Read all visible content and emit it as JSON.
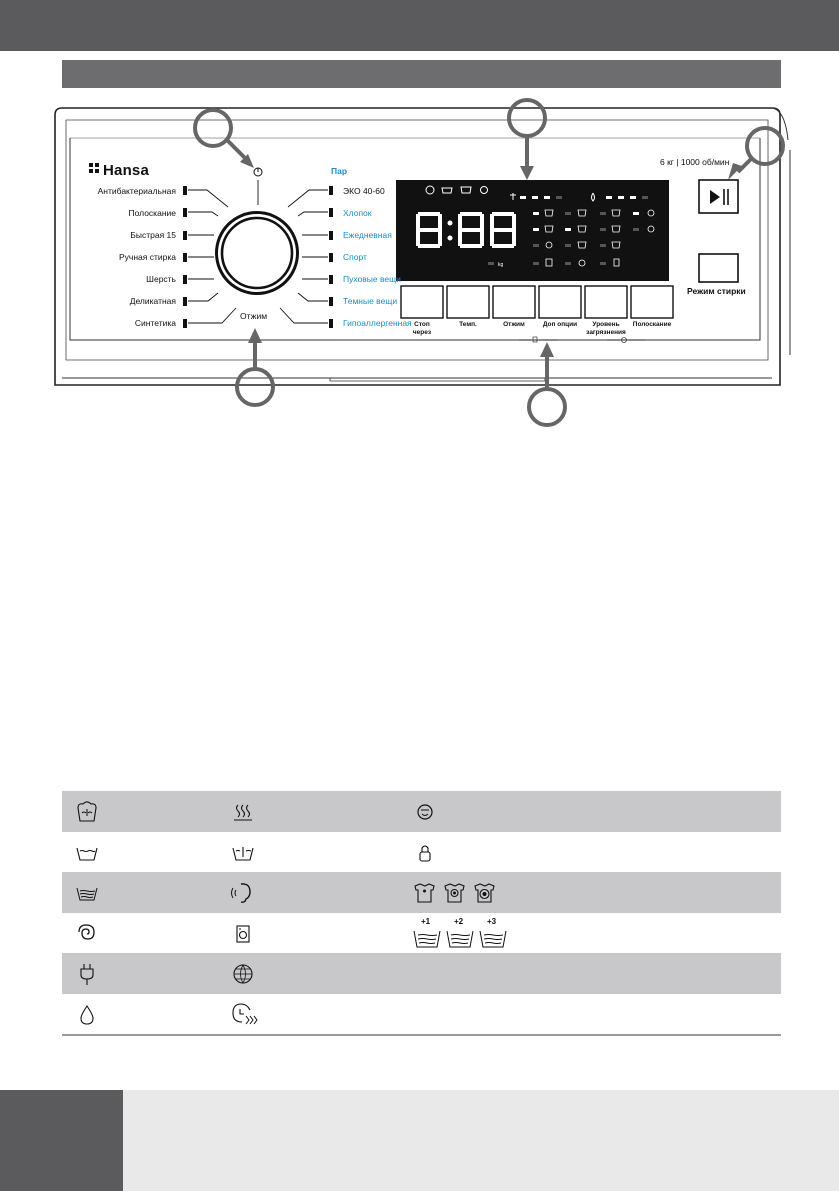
{
  "brand": "Hansa",
  "spec": "6 кг | 1000 об/мин",
  "dial_label": "Отжим",
  "steam_label": "Пар",
  "mode_button_label": "Режим стирки",
  "programs_left": [
    "Антибактериальная",
    "Полоскание",
    "Быстрая 15",
    "Ручная стирка",
    "Шерсть",
    "Деликатная",
    "Синтетика"
  ],
  "programs_right": [
    {
      "label": "ЭКО 40-60",
      "color": "#111111"
    },
    {
      "label": "Хлопок",
      "color": "#1a8ec5"
    },
    {
      "label": "Ежедневная",
      "color": "#1a8ec5"
    },
    {
      "label": "Спорт",
      "color": "#1a8ec5"
    },
    {
      "label": "Пуховые вещи",
      "color": "#1a8ec5"
    },
    {
      "label": "Темные вещи",
      "color": "#1a8ec5"
    },
    {
      "label": "Гипоаллергенная",
      "color": "#1a8ec5"
    }
  ],
  "buttons": [
    "Стоп\nчерез",
    "Темп.",
    "Отжим",
    "Доп опции",
    "Уровень\nзагрязнения",
    "Полоскание"
  ],
  "display": {
    "digits": "8:88",
    "unit": "kg"
  },
  "accent_color": "#1a8ec5",
  "legend_icons": [
    [
      "prewash-icon",
      "steam-icon",
      "child-lock-face-icon"
    ],
    [
      "wash-icon",
      "temperature-wash-icon",
      "lock-icon"
    ],
    [
      "rinse-icon",
      "silent-icon",
      "soil-level-icons"
    ],
    [
      "spin-icon",
      "drum-icon",
      "extra-rinse-icons"
    ],
    [
      "power-icon",
      "drum-clean-icon",
      ""
    ],
    [
      "water-drop-icon",
      "delay-timer-icon",
      ""
    ]
  ],
  "extra_rinse_marks": [
    "+1",
    "+2",
    "+3"
  ]
}
